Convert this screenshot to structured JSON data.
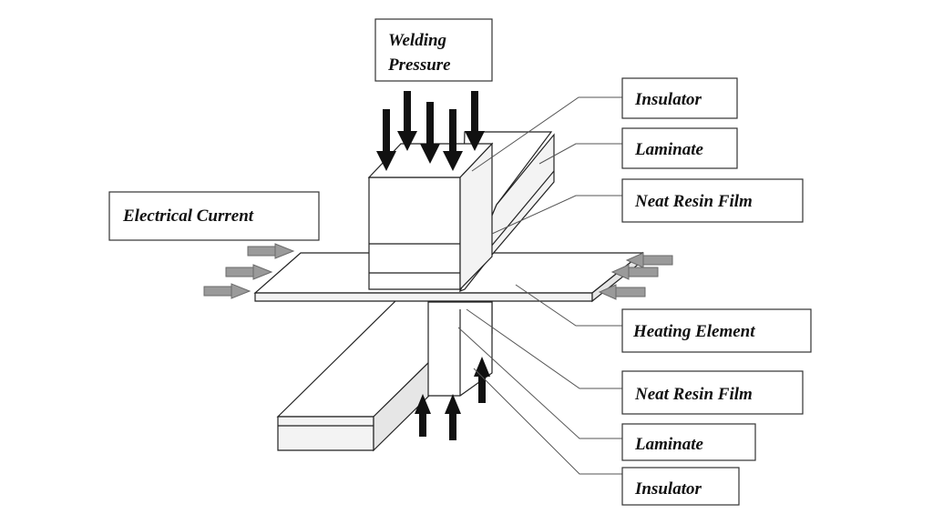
{
  "labels": {
    "welding_pressure_line1": "Welding",
    "welding_pressure_line2": "Pressure",
    "electrical_current": "Electrical Current",
    "insulator_top": "Insulator",
    "laminate_top": "Laminate",
    "neat_resin_film_top": "Neat Resin Film",
    "heating_element": "Heating Element",
    "neat_resin_film_bottom": "Neat Resin Film",
    "laminate_bottom": "Laminate",
    "insulator_bottom": "Insulator"
  },
  "colors": {
    "pressure_arrows": "#111111",
    "current_arrows": "#9a9a9a",
    "lines": "#555555"
  },
  "icons": {
    "pressure_arrow": "arrow-down-icon",
    "reaction_arrow": "arrow-up-icon",
    "current_arrow": "arrow-horizontal-icon"
  }
}
